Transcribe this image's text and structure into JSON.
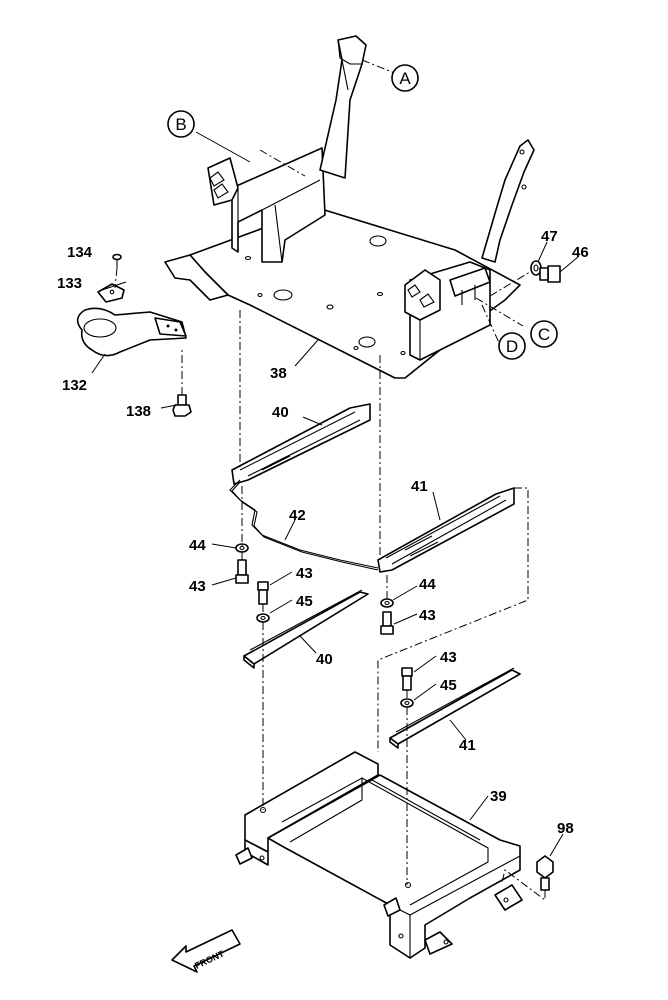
{
  "labels": {
    "p134": "134",
    "p133": "133",
    "p132": "132",
    "p138": "138",
    "p38": "38",
    "p40_upper": "40",
    "p41_upper": "41",
    "p42": "42",
    "p44_left": "44",
    "p43_left": "43",
    "p43_mid": "43",
    "p45_mid": "45",
    "p40_lower": "40",
    "p44_right": "44",
    "p43_right": "43",
    "p43_lower": "43",
    "p45_lower": "45",
    "p41_lower": "41",
    "p39": "39",
    "p98": "98",
    "p47": "47",
    "p46": "46"
  },
  "callouts": {
    "A": "A",
    "B": "B",
    "C": "C",
    "D": "D"
  },
  "front_arrow": "FRONT"
}
